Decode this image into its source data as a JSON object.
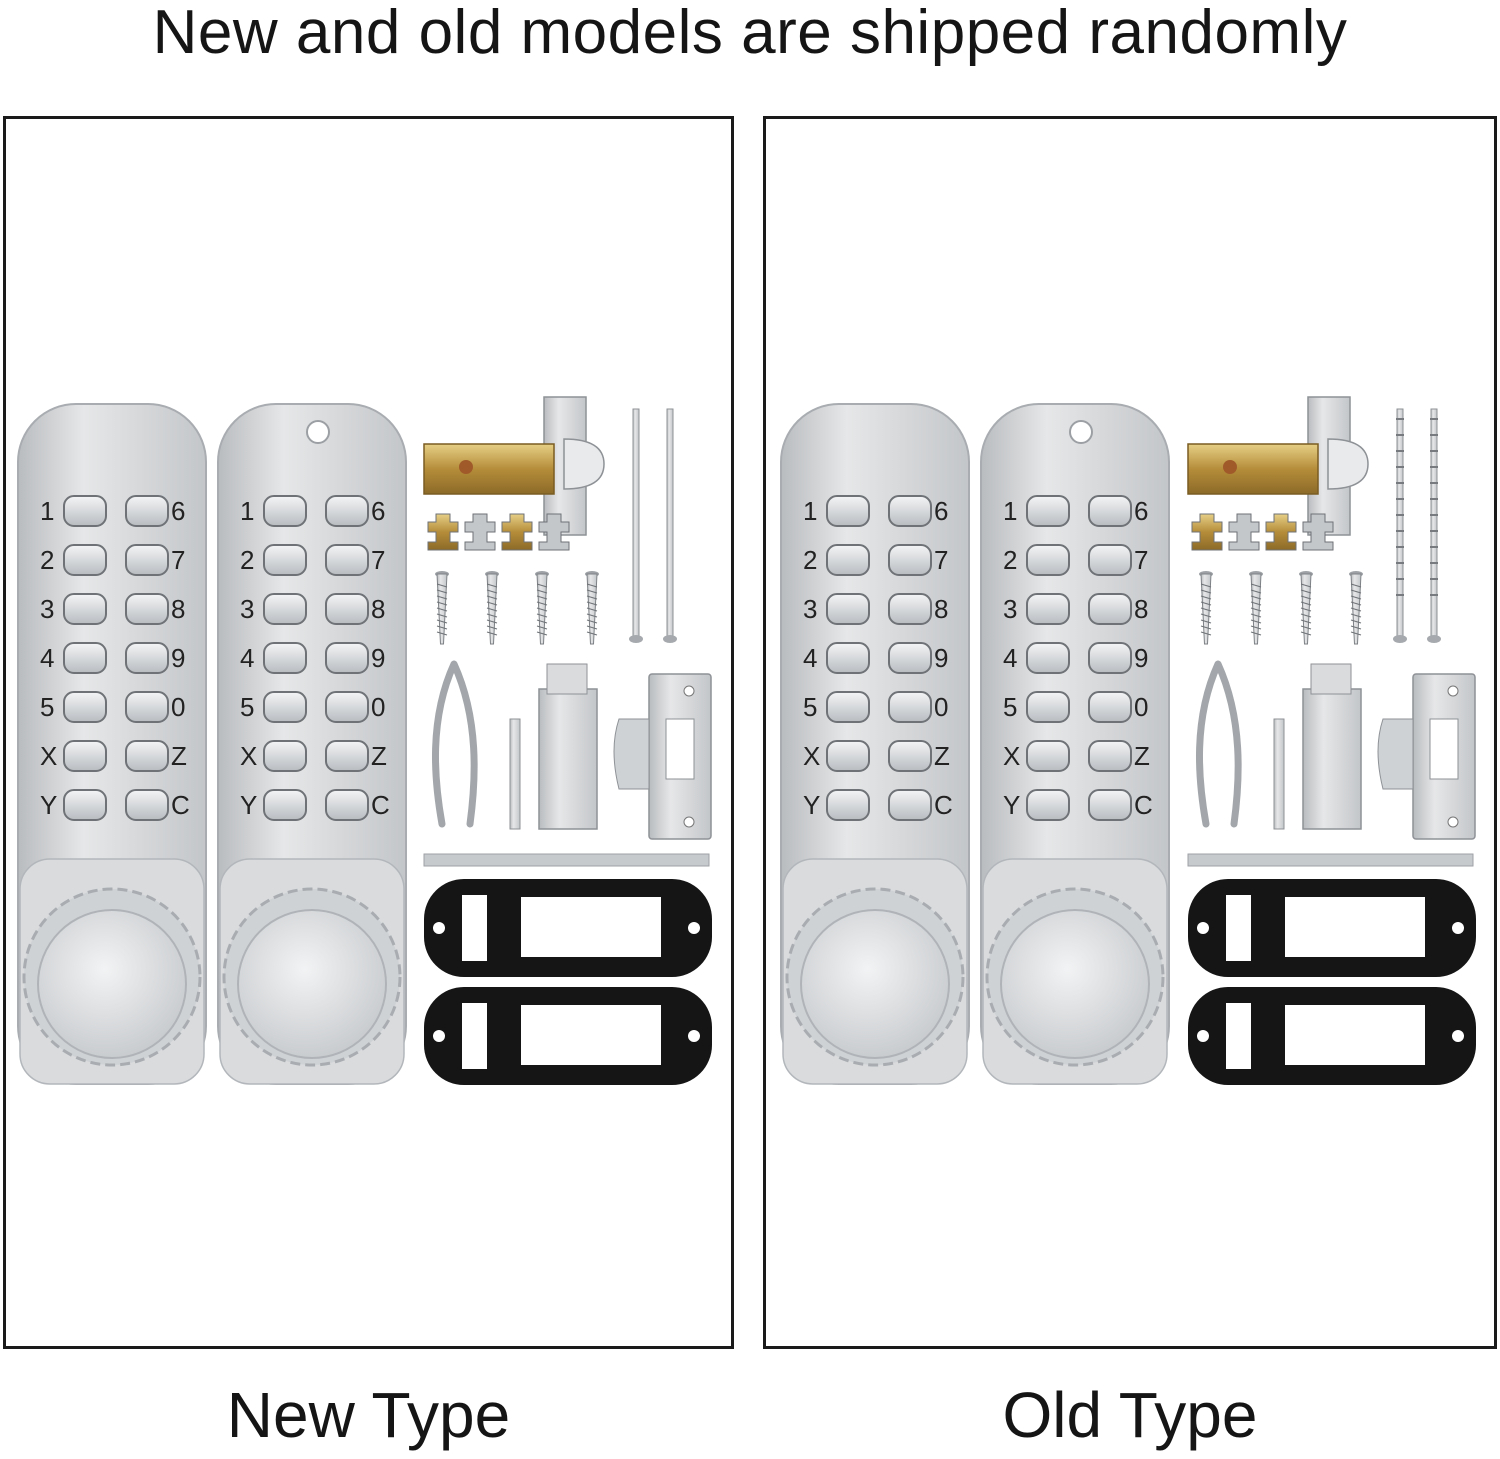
{
  "header": {
    "title": "New and old models are shipped randomly"
  },
  "panels": [
    {
      "caption": "New Type",
      "rod_style": "smooth"
    },
    {
      "caption": "Old Type",
      "rod_style": "grooved"
    }
  ],
  "keypad": {
    "left_column": [
      "1",
      "2",
      "3",
      "4",
      "5",
      "X",
      "Y"
    ],
    "right_column": [
      "6",
      "7",
      "8",
      "9",
      "0",
      "Z",
      "C"
    ]
  },
  "colors": {
    "frame": "#1a1a1a",
    "steel": "#d4d6d8",
    "brass": "#c8a04a",
    "gasket": "#151515"
  }
}
